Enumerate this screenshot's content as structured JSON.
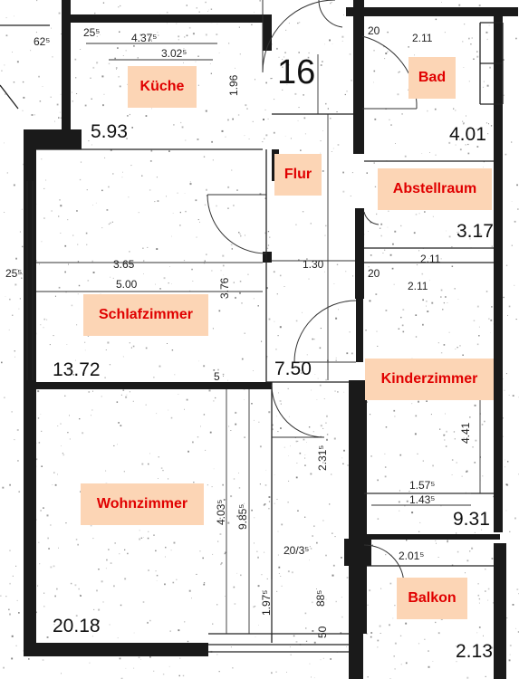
{
  "rooms": {
    "kueche": "Küche",
    "bad": "Bad",
    "flur": "Flur",
    "abstellraum": "Abstellraum",
    "schlafzimmer": "Schlafzimmer",
    "kinderzimmer": "Kinderzimmer",
    "wohnzimmer": "Wohnzimmer",
    "balkon": "Balkon"
  },
  "areas": {
    "kueche": "5.93",
    "bad": "4.01",
    "abstellraum": "3.17",
    "schlafzimmer": "13.72",
    "flur": "7.50",
    "kinderzimmer": "9.31",
    "wohnzimmer": "20.18",
    "balkon": "2.13"
  },
  "unit_number": "16",
  "dimensions": {
    "d1": "62⁵",
    "d2": "25⁵",
    "d3": "4.37⁵",
    "d4": "3.02⁵",
    "d5": "2.11",
    "d6": "20",
    "d7": "3.65",
    "d8": "5.00",
    "d9": "25⁵",
    "d10": "1.30",
    "d11": "2.11",
    "d12": "20",
    "d13": "2.11",
    "d14": "1.57⁵",
    "d15": "1.43⁵",
    "d16": "2.01⁵",
    "d17": "4.03⁵",
    "d18": "9.85⁵",
    "d19": "2.31⁵",
    "d20": "4.41",
    "d21": "1.97⁵",
    "d22": "88⁵",
    "d23": "3.76",
    "d24": "1.96",
    "d25": "20/3⁵",
    "d26": "5",
    "d27": "50"
  },
  "colors": {
    "label_bg": "#fcd5b5",
    "label_text": "#e00000",
    "walls": "#1a1a1a"
  }
}
